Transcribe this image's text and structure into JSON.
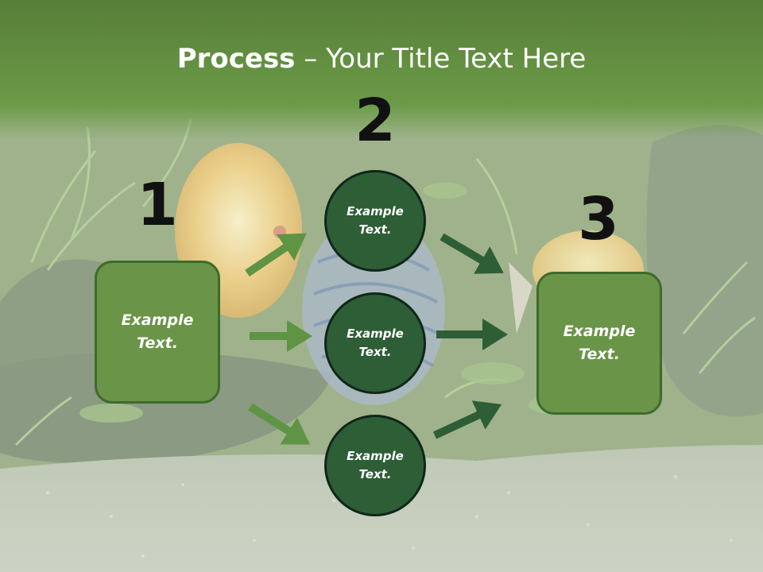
{
  "title": {
    "bold": "Process",
    "rest": " – Your Title Text Here"
  },
  "numbers": {
    "n1": "1",
    "n2": "2",
    "n3": "3"
  },
  "left_box": {
    "text": "Example Text."
  },
  "circles": [
    {
      "text": "Example Text."
    },
    {
      "text": "Example Text."
    },
    {
      "text": "Example Text."
    }
  ],
  "right_box": {
    "text": "Example Text."
  },
  "colors": {
    "header_green": "#5e8c3e",
    "box_fill": "#6a9448",
    "circle_fill": "#2d5e36",
    "arrow_light": "#5f9444",
    "arrow_dark": "#2d5e36"
  }
}
